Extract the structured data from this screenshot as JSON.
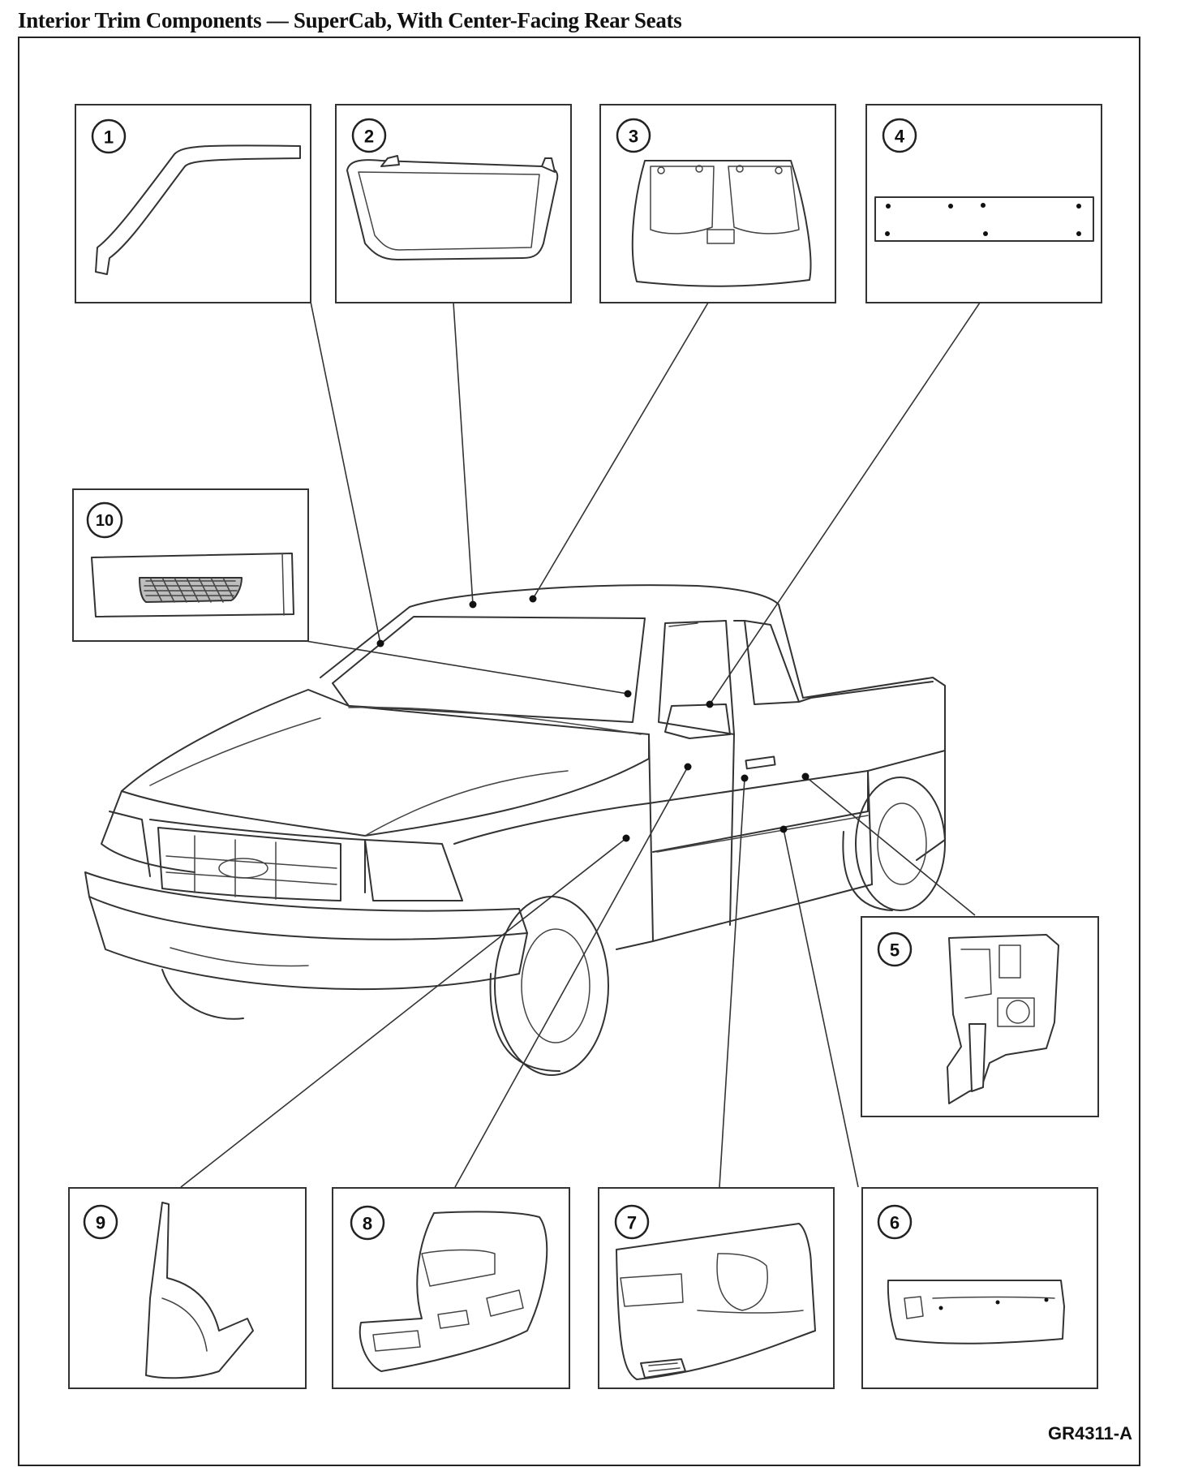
{
  "title": "Interior Trim Components — SuperCab, With Center-Facing Rear Seats",
  "figure_code": "GR4311-A",
  "callouts": [
    "1",
    "2",
    "3",
    "4",
    "5",
    "6",
    "7",
    "8",
    "9",
    "10"
  ]
}
